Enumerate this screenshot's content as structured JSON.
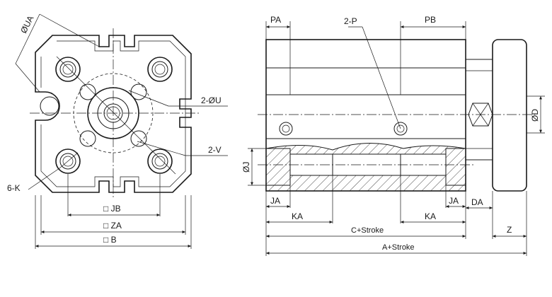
{
  "front_view": {
    "labels": {
      "ua": "ØUA",
      "u": "2-ØU",
      "v": "2-V",
      "k": "6-K",
      "jb": "□ JB",
      "za": "□ ZA",
      "b": "□ B"
    }
  },
  "side_view": {
    "labels": {
      "pa": "PA",
      "p": "2-P",
      "pb": "PB",
      "d": "ØD",
      "j": "ØJ",
      "ja_left": "JA",
      "ka_left": "KA",
      "ka_right": "KA",
      "ja_right": "JA",
      "da": "DA",
      "c_stroke": "C+Stroke",
      "z": "Z",
      "a_stroke": "A+Stroke"
    }
  }
}
